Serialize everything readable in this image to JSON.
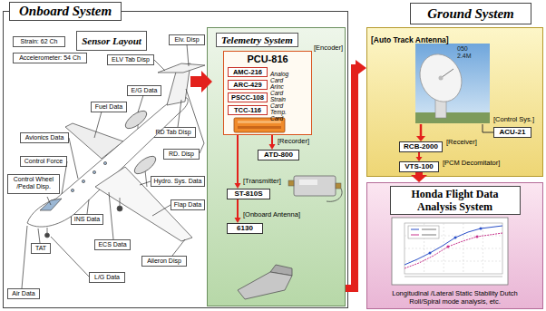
{
  "diagram": {
    "nodes": [
      {
        "text": [
          "Onboard System"
        ]
      },
      {
        "text": [
          "Sensor Layout"
        ],
        "in": 0
      },
      {
        "text": [
          "Strain: 62 Ch"
        ],
        "in": 0
      },
      {
        "text": [
          "Accelerometer: 54 Ch"
        ],
        "in": 0
      },
      {
        "text": [
          "Elv. Disp"
        ],
        "in": 0
      },
      {
        "text": [
          "ELV Tab Disp"
        ],
        "in": 0
      },
      {
        "text": [
          "E/G Data"
        ],
        "in": 0
      },
      {
        "text": [
          "Fuel Data"
        ],
        "in": 0
      },
      {
        "text": [
          "Avionics Data"
        ],
        "in": 0
      },
      {
        "text": [
          "RD Tab Disp"
        ],
        "in": 0
      },
      {
        "text": [
          "Control Force"
        ],
        "in": 0
      },
      {
        "text": [
          "RD. Disp"
        ],
        "in": 0
      },
      {
        "text": [
          "Control Wheel /Pedal Disp."
        ],
        "in": 0
      },
      {
        "text": [
          "Hydro. Sys. Data"
        ],
        "in": 0
      },
      {
        "text": [
          "INS Data"
        ],
        "in": 0
      },
      {
        "text": [
          "Flap Data"
        ],
        "in": 0
      },
      {
        "text": [
          "ECS Data"
        ],
        "in": 0
      },
      {
        "text": [
          "TAT"
        ],
        "in": 0
      },
      {
        "text": [
          "Aileron Disp"
        ],
        "in": 0
      },
      {
        "text": [
          "L/G Data"
        ],
        "in": 0
      },
      {
        "text": [
          "Air Data"
        ],
        "in": 0
      },
      {
        "text": [
          "Telemetry System"
        ],
        "in": 0
      },
      {
        "text": [
          "PCU-816"
        ],
        "in": 21
      },
      {
        "text": [
          "AMC-216"
        ],
        "in": 22
      },
      {
        "text": [
          "ARC-429"
        ],
        "in": 22
      },
      {
        "text": [
          "PSCC-108"
        ],
        "in": 22
      },
      {
        "text": [
          "TCC-116"
        ],
        "in": 22
      },
      {
        "text": [
          "ATD-800"
        ],
        "in": 21
      },
      {
        "text": [
          "ST-810S"
        ],
        "in": 21
      },
      {
        "text": [
          "6130"
        ],
        "in": 21
      },
      {
        "text": [
          "Ground System"
        ]
      },
      {
        "text": [
          "[Auto Track Antenna]"
        ]
      },
      {
        "text": [
          "ACU-21"
        ],
        "in": 31
      },
      {
        "text": [
          "RCB-2000"
        ],
        "in": 31
      },
      {
        "text": [
          "VTS-100"
        ],
        "in": 31
      },
      {
        "text": [
          "Honda Flight Data Analysis System",
          "Longitudinal /Lateral Static Stability Dutch Roll/Spiral mode analysis, etc."
        ]
      }
    ],
    "edges": [
      {
        "from": 22,
        "to": 27,
        "arrow": "to"
      },
      {
        "from": 22,
        "to": 28,
        "arrow": "to"
      },
      {
        "from": 28,
        "to": 29,
        "arrow": "to"
      },
      {
        "from": 21,
        "to": 31,
        "arrow": "to"
      },
      {
        "from": 33,
        "to": 34,
        "arrow": "to"
      },
      {
        "from": 34,
        "to": 35,
        "arrow": "to"
      }
    ],
    "labels": [
      "[Encoder]",
      "Analog Card",
      "Arinc Card",
      "Strain Card",
      "Temp. Card",
      "[Recorder]",
      "[Transmitter]",
      "[Onboard Antenna]",
      "050 2.4M",
      "[Control Sys.]",
      "[Receiver]",
      "[PCM Decomitator]"
    ]
  }
}
